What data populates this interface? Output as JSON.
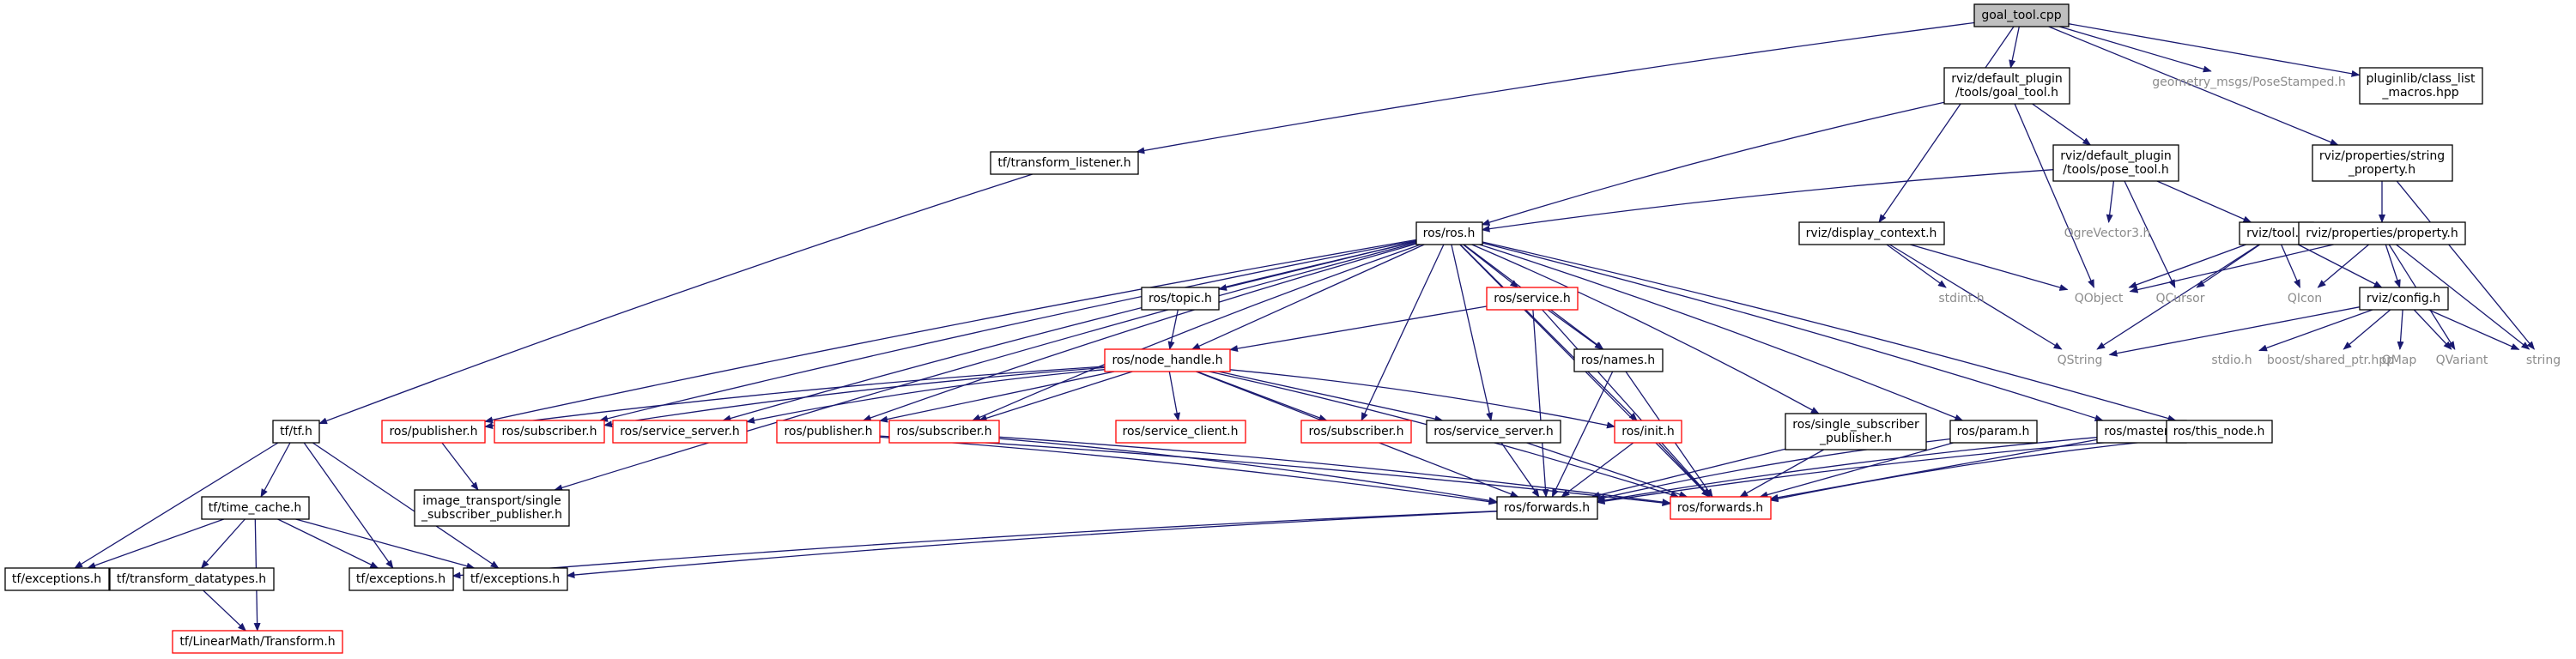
{
  "colors": {
    "edge": "#191970",
    "box_normal": "#000000",
    "box_red": "#ff0000",
    "root_fill": "#bfbfbf",
    "text": "#000000",
    "muted_text": "#8c8c8c"
  },
  "nodes": [
    {
      "id": "goal_tool_cpp",
      "lines": [
        "goal_tool.cpp"
      ],
      "style": "root"
    },
    {
      "id": "rviz_goal_tool_h",
      "lines": [
        "rviz/default_plugin",
        "/tools/goal_tool.h"
      ],
      "style": "normal"
    },
    {
      "id": "geometry_msgs_pose",
      "lines": [
        "geometry_msgs/PoseStamped.h"
      ],
      "style": "plain"
    },
    {
      "id": "pluginlib_macros",
      "lines": [
        "pluginlib/class_list",
        "_macros.hpp"
      ],
      "style": "normal"
    },
    {
      "id": "tf_transform_listener",
      "lines": [
        "tf/transform_listener.h"
      ],
      "style": "normal"
    },
    {
      "id": "rviz_pose_tool_h",
      "lines": [
        "rviz/default_plugin",
        "/tools/pose_tool.h"
      ],
      "style": "normal"
    },
    {
      "id": "rviz_string_property",
      "lines": [
        "rviz/properties/string",
        "_property.h"
      ],
      "style": "normal"
    },
    {
      "id": "ros_ros_h",
      "lines": [
        "ros/ros.h"
      ],
      "style": "normal"
    },
    {
      "id": "ogre_vector3",
      "lines": [
        "OgreVector3.h"
      ],
      "style": "plain"
    },
    {
      "id": "rviz_display_context",
      "lines": [
        "rviz/display_context.h"
      ],
      "style": "normal"
    },
    {
      "id": "rviz_tool_h",
      "lines": [
        "rviz/tool.h"
      ],
      "style": "normal"
    },
    {
      "id": "rviz_property_h",
      "lines": [
        "rviz/properties/property.h"
      ],
      "style": "normal"
    },
    {
      "id": "ros_topic_h",
      "lines": [
        "ros/topic.h"
      ],
      "style": "normal"
    },
    {
      "id": "ros_service_h",
      "lines": [
        "ros/service.h"
      ],
      "style": "red"
    },
    {
      "id": "stdint_h",
      "lines": [
        "stdint.h"
      ],
      "style": "plain"
    },
    {
      "id": "qobject",
      "lines": [
        "QObject"
      ],
      "style": "plain"
    },
    {
      "id": "qcursor",
      "lines": [
        "QCursor"
      ],
      "style": "plain"
    },
    {
      "id": "qicon",
      "lines": [
        "QIcon"
      ],
      "style": "plain"
    },
    {
      "id": "rviz_config_h",
      "lines": [
        "rviz/config.h"
      ],
      "style": "normal"
    },
    {
      "id": "ros_node_handle",
      "lines": [
        "ros/node_handle.h"
      ],
      "style": "red"
    },
    {
      "id": "ros_names_h",
      "lines": [
        "ros/names.h"
      ],
      "style": "normal"
    },
    {
      "id": "qstring",
      "lines": [
        "QString"
      ],
      "style": "plain"
    },
    {
      "id": "stdio_h",
      "lines": [
        "stdio.h"
      ],
      "style": "plain"
    },
    {
      "id": "boost_shared_ptr",
      "lines": [
        "boost/shared_ptr.hpp"
      ],
      "style": "plain"
    },
    {
      "id": "qmap",
      "lines": [
        "QMap"
      ],
      "style": "plain"
    },
    {
      "id": "qvariant",
      "lines": [
        "QVariant"
      ],
      "style": "plain"
    },
    {
      "id": "string",
      "lines": [
        "string"
      ],
      "style": "plain"
    },
    {
      "id": "tf_tf_h",
      "lines": [
        "tf/tf.h"
      ],
      "style": "normal"
    },
    {
      "id": "ros_publisher_a",
      "lines": [
        "ros/publisher.h"
      ],
      "style": "red"
    },
    {
      "id": "ros_subscriber_a",
      "lines": [
        "ros/subscriber.h"
      ],
      "style": "red"
    },
    {
      "id": "ros_service_server_a",
      "lines": [
        "ros/service_server.h"
      ],
      "style": "red"
    },
    {
      "id": "ros_publisher_b",
      "lines": [
        "ros/publisher.h"
      ],
      "style": "red"
    },
    {
      "id": "ros_subscriber_b",
      "lines": [
        "ros/subscriber.h"
      ],
      "style": "red"
    },
    {
      "id": "ros_service_client",
      "lines": [
        "ros/service_client.h"
      ],
      "style": "red"
    },
    {
      "id": "ros_subscriber_c",
      "lines": [
        "ros/subscriber.h"
      ],
      "style": "red"
    },
    {
      "id": "ros_service_server_b",
      "lines": [
        "ros/service_server.h"
      ],
      "style": "normal"
    },
    {
      "id": "ros_init_h",
      "lines": [
        "ros/init.h"
      ],
      "style": "red"
    },
    {
      "id": "ros_single_sub_pub",
      "lines": [
        "ros/single_subscriber",
        "_publisher.h"
      ],
      "style": "normal"
    },
    {
      "id": "ros_param_h",
      "lines": [
        "ros/param.h"
      ],
      "style": "normal"
    },
    {
      "id": "ros_master_h",
      "lines": [
        "ros/master.h"
      ],
      "style": "normal"
    },
    {
      "id": "ros_this_node",
      "lines": [
        "ros/this_node.h"
      ],
      "style": "normal"
    },
    {
      "id": "image_transport",
      "lines": [
        "image_transport/single",
        "_subscriber_publisher.h"
      ],
      "style": "normal"
    },
    {
      "id": "tf_time_cache",
      "lines": [
        "tf/time_cache.h"
      ],
      "style": "normal"
    },
    {
      "id": "ros_forwards_black",
      "lines": [
        "ros/forwards.h"
      ],
      "style": "normal"
    },
    {
      "id": "ros_forwards_red",
      "lines": [
        "ros/forwards.h"
      ],
      "style": "red"
    },
    {
      "id": "tf_exceptions_a",
      "lines": [
        "tf/exceptions.h"
      ],
      "style": "normal"
    },
    {
      "id": "tf_transform_datatypes",
      "lines": [
        "tf/transform_datatypes.h"
      ],
      "style": "normal"
    },
    {
      "id": "tf_exceptions_b",
      "lines": [
        "tf/exceptions.h"
      ],
      "style": "normal"
    },
    {
      "id": "tf_exceptions_c",
      "lines": [
        "tf/exceptions.h"
      ],
      "style": "normal"
    },
    {
      "id": "tf_linearmath_transform",
      "lines": [
        "tf/LinearMath/Transform.h"
      ],
      "style": "red"
    }
  ],
  "edges": [
    [
      "goal_tool_cpp",
      "rviz_goal_tool_h"
    ],
    [
      "goal_tool_cpp",
      "geometry_msgs_pose"
    ],
    [
      "goal_tool_cpp",
      "pluginlib_macros"
    ],
    [
      "goal_tool_cpp",
      "tf_transform_listener"
    ],
    [
      "goal_tool_cpp",
      "rviz_display_context"
    ],
    [
      "goal_tool_cpp",
      "rviz_string_property"
    ],
    [
      "rviz_goal_tool_h",
      "rviz_pose_tool_h"
    ],
    [
      "rviz_goal_tool_h",
      "ros_ros_h"
    ],
    [
      "rviz_goal_tool_h",
      "qobject"
    ],
    [
      "rviz_pose_tool_h",
      "ros_ros_h"
    ],
    [
      "rviz_pose_tool_h",
      "ogre_vector3"
    ],
    [
      "rviz_pose_tool_h",
      "rviz_tool_h"
    ],
    [
      "rviz_pose_tool_h",
      "qcursor"
    ],
    [
      "rviz_string_property",
      "rviz_property_h"
    ],
    [
      "rviz_string_property",
      "string"
    ],
    [
      "rviz_display_context",
      "stdint_h"
    ],
    [
      "rviz_display_context",
      "qobject"
    ],
    [
      "rviz_display_context",
      "qstring"
    ],
    [
      "rviz_tool_h",
      "qobject"
    ],
    [
      "rviz_tool_h",
      "qcursor"
    ],
    [
      "rviz_tool_h",
      "qicon"
    ],
    [
      "rviz_tool_h",
      "rviz_config_h"
    ],
    [
      "rviz_tool_h",
      "qstring"
    ],
    [
      "rviz_property_h",
      "qobject"
    ],
    [
      "rviz_property_h",
      "qicon"
    ],
    [
      "rviz_property_h",
      "rviz_config_h"
    ],
    [
      "rviz_property_h",
      "qvariant"
    ],
    [
      "rviz_property_h",
      "string"
    ],
    [
      "rviz_config_h",
      "qstring"
    ],
    [
      "rviz_config_h",
      "stdio_h"
    ],
    [
      "rviz_config_h",
      "boost_shared_ptr"
    ],
    [
      "rviz_config_h",
      "qmap"
    ],
    [
      "rviz_config_h",
      "qvariant"
    ],
    [
      "rviz_config_h",
      "string"
    ],
    [
      "tf_transform_listener",
      "tf_tf_h"
    ],
    [
      "ros_ros_h",
      "ros_topic_h"
    ],
    [
      "ros_ros_h",
      "ros_service_h"
    ],
    [
      "ros_ros_h",
      "ros_node_handle"
    ],
    [
      "ros_ros_h",
      "ros_names_h"
    ],
    [
      "ros_ros_h",
      "ros_publisher_a"
    ],
    [
      "ros_ros_h",
      "ros_subscriber_a"
    ],
    [
      "ros_ros_h",
      "ros_service_server_a"
    ],
    [
      "ros_ros_h",
      "ros_publisher_b"
    ],
    [
      "ros_ros_h",
      "ros_subscriber_b"
    ],
    [
      "ros_ros_h",
      "ros_subscriber_c"
    ],
    [
      "ros_ros_h",
      "ros_service_server_b"
    ],
    [
      "ros_ros_h",
      "ros_init_h"
    ],
    [
      "ros_ros_h",
      "ros_single_sub_pub"
    ],
    [
      "ros_ros_h",
      "ros_param_h"
    ],
    [
      "ros_ros_h",
      "ros_master_h"
    ],
    [
      "ros_ros_h",
      "ros_this_node"
    ],
    [
      "ros_ros_h",
      "image_transport"
    ],
    [
      "ros_ros_h",
      "ros_forwards_red"
    ],
    [
      "ros_topic_h",
      "ros_node_handle"
    ],
    [
      "ros_service_h",
      "ros_node_handle"
    ],
    [
      "ros_service_h",
      "ros_names_h"
    ],
    [
      "ros_service_h",
      "ros_forwards_black"
    ],
    [
      "ros_service_h",
      "ros_forwards_red"
    ],
    [
      "ros_node_handle",
      "ros_publisher_a"
    ],
    [
      "ros_node_handle",
      "ros_subscriber_a"
    ],
    [
      "ros_node_handle",
      "ros_service_server_a"
    ],
    [
      "ros_node_handle",
      "ros_publisher_b"
    ],
    [
      "ros_node_handle",
      "ros_subscriber_b"
    ],
    [
      "ros_node_handle",
      "ros_service_client"
    ],
    [
      "ros_node_handle",
      "ros_subscriber_c"
    ],
    [
      "ros_node_handle",
      "ros_service_server_b"
    ],
    [
      "ros_node_handle",
      "ros_init_h"
    ],
    [
      "ros_node_handle",
      "ros_forwards_black"
    ],
    [
      "ros_node_handle",
      "ros_forwards_red"
    ],
    [
      "ros_names_h",
      "ros_forwards_black"
    ],
    [
      "ros_names_h",
      "ros_forwards_red"
    ],
    [
      "ros_publisher_a",
      "image_transport"
    ],
    [
      "ros_publisher_b",
      "ros_forwards_black"
    ],
    [
      "ros_publisher_b",
      "ros_forwards_red"
    ],
    [
      "ros_subscriber_b",
      "ros_forwards_black"
    ],
    [
      "ros_subscriber_b",
      "ros_forwards_red"
    ],
    [
      "ros_service_server_b",
      "ros_forwards_black"
    ],
    [
      "ros_service_server_b",
      "ros_forwards_red"
    ],
    [
      "ros_init_h",
      "ros_forwards_black"
    ],
    [
      "ros_init_h",
      "ros_forwards_red"
    ],
    [
      "ros_single_sub_pub",
      "ros_forwards_black"
    ],
    [
      "ros_single_sub_pub",
      "ros_forwards_red"
    ],
    [
      "ros_param_h",
      "ros_forwards_black"
    ],
    [
      "ros_param_h",
      "ros_forwards_red"
    ],
    [
      "ros_master_h",
      "ros_forwards_black"
    ],
    [
      "ros_master_h",
      "ros_forwards_red"
    ],
    [
      "ros_this_node",
      "ros_forwards_black"
    ],
    [
      "ros_this_node",
      "ros_forwards_red"
    ],
    [
      "ros_forwards_black",
      "tf_exceptions_b"
    ],
    [
      "ros_forwards_black",
      "tf_exceptions_c"
    ],
    [
      "tf_tf_h",
      "tf_exceptions_a"
    ],
    [
      "tf_tf_h",
      "tf_time_cache"
    ],
    [
      "tf_tf_h",
      "tf_exceptions_b"
    ],
    [
      "tf_tf_h",
      "tf_exceptions_c"
    ],
    [
      "tf_time_cache",
      "tf_exceptions_a"
    ],
    [
      "tf_time_cache",
      "tf_transform_datatypes"
    ],
    [
      "tf_time_cache",
      "tf_exceptions_b"
    ],
    [
      "tf_time_cache",
      "tf_exceptions_c"
    ],
    [
      "tf_time_cache",
      "tf_linearmath_transform"
    ],
    [
      "tf_transform_datatypes",
      "tf_linearmath_transform"
    ]
  ]
}
